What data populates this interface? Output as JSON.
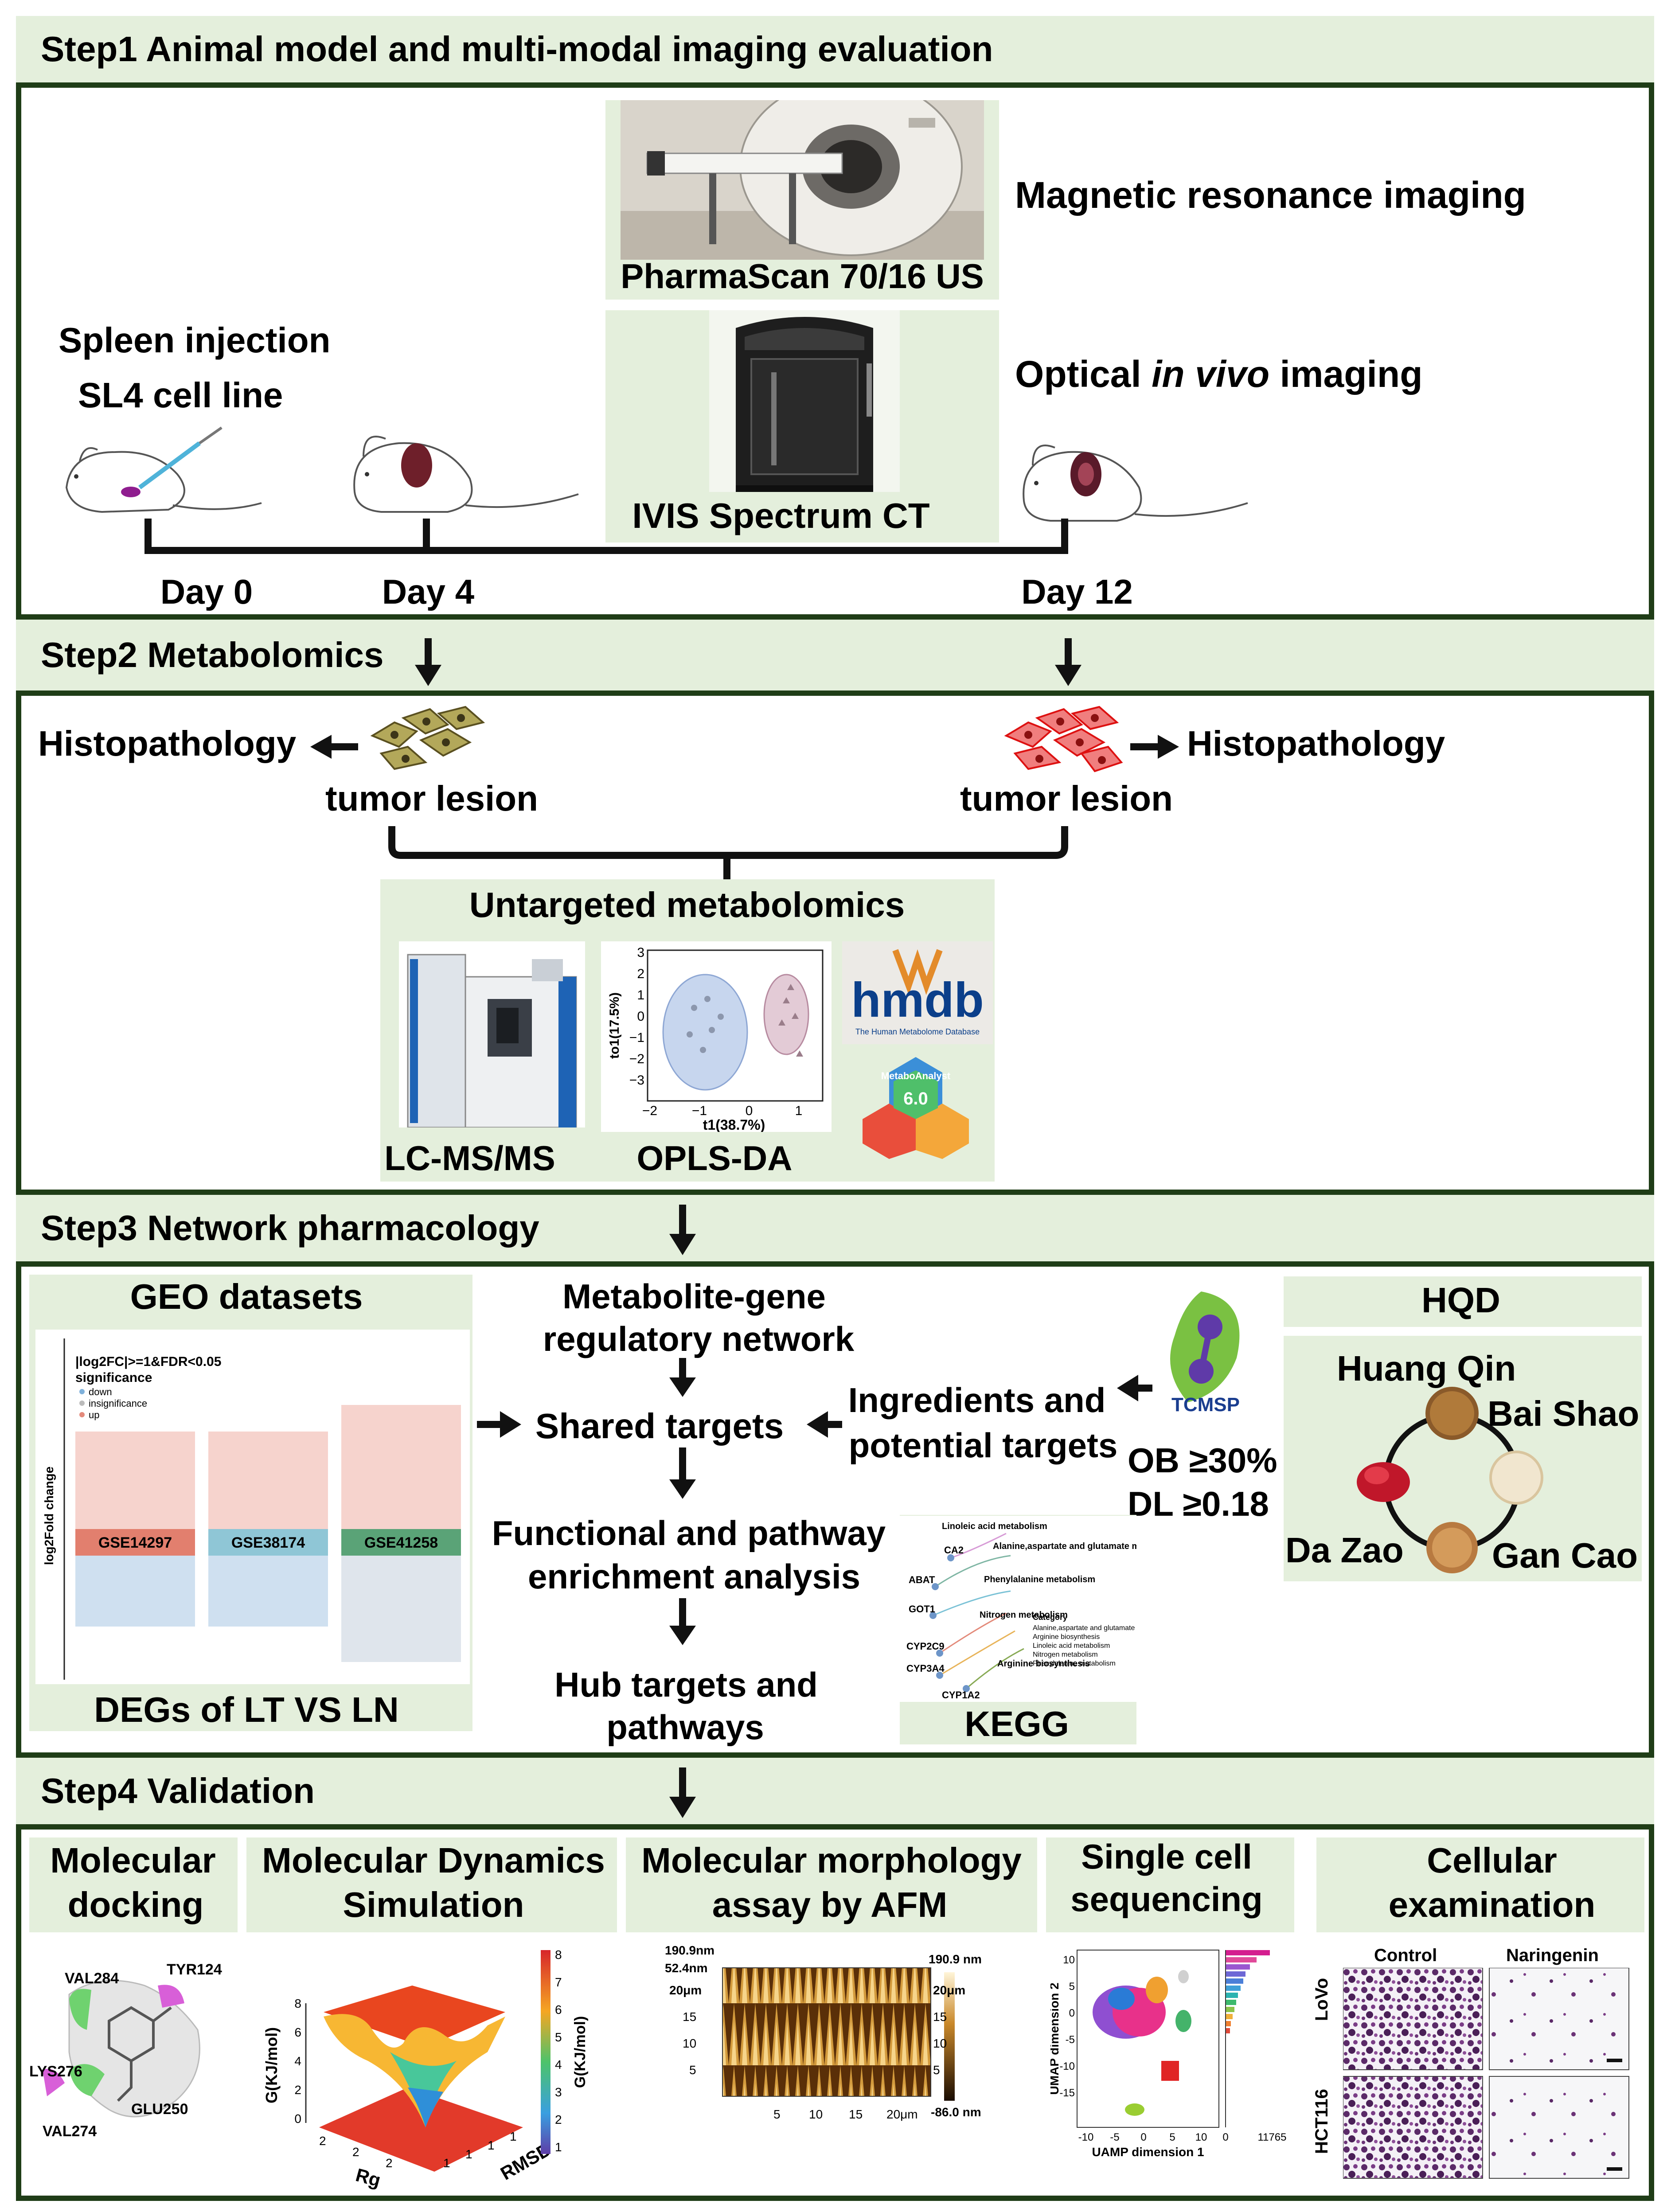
{
  "step1": {
    "title": "Step1 Animal model and multi-modal imaging evaluation",
    "spleen_injection": "Spleen injection",
    "cell_line": "SL4 cell line",
    "mri_device": "PharmaScan 70/16 US",
    "mri_label": "Magnetic resonance imaging",
    "ivis_device": "IVIS Spectrum CT",
    "optical_label_pre": "Optical ",
    "optical_label_em": "in vivo",
    "optical_label_post": " imaging",
    "days": [
      "Day 0",
      "Day 4",
      "Day 12"
    ]
  },
  "step2": {
    "title": "Step2 Metabolomics",
    "histo_left": "Histopathology",
    "histo_right": "Histopathology",
    "lesion_left": "tumor lesion",
    "lesion_right": "tumor lesion",
    "untargeted": "Untargeted metabolomics",
    "lcms": "LC-MS/MS",
    "oplsda": "OPLS-DA",
    "hmdb_logo": "hmdb",
    "hmdb_sub": "The Human Metabolome Database",
    "metabo_logo": "MetaboAnalyst",
    "metabo_version": "6.0",
    "opls_x_label": "t1(38.7%)",
    "opls_y_label": "to1(17.5%)",
    "opls_x_ticks": [
      "−2",
      "−1",
      "0",
      "1"
    ],
    "opls_y_ticks": [
      "3",
      "2",
      "1",
      "0",
      "−1",
      "−2",
      "−3"
    ]
  },
  "step3": {
    "title": "Step3 Network pharmacology",
    "geo_title": "GEO datasets",
    "geo_caption": "DEGs of LT VS LN",
    "volcano_header": "|log2FC|>=1&FDR<0.05",
    "volcano_legend_title": "significance",
    "volcano_legend": [
      "down",
      "insignificance",
      "up"
    ],
    "volcano_ylabel": "log2Fold change",
    "datasets": [
      "GSE14297",
      "GSE38174",
      "GSE41258"
    ],
    "network_line1": "Metabolite-gene",
    "network_line2": "regulatory network",
    "shared": "Shared targets",
    "ingredients_line1": "Ingredients and",
    "ingredients_line2": "potential targets",
    "ob": "OB ≥30%",
    "dl": "DL ≥0.18",
    "tcmsp": "TCMSP",
    "functional_line1": "Functional and pathway",
    "functional_line2": "enrichment analysis",
    "hub_line1": "Hub targets and",
    "hub_line2": "pathways",
    "kegg": "KEGG",
    "kegg_genes": [
      "CA2",
      "ABAT",
      "GOT1",
      "CYP2C9",
      "CYP3A4",
      "CYP1A2"
    ],
    "kegg_pathways": [
      "Linoleic acid metabolism",
      "Alanine,aspartate and glutamate metabolism",
      "Phenylalanine metabolism",
      "Nitrogen metabolism",
      "Arginine biosynthesis"
    ],
    "kegg_legend_title": "Category",
    "kegg_legend": [
      "Alanine,aspartate and glutamate metabolism",
      "Arginine biosynthesis",
      "Linoleic acid metabolism",
      "Nitrogen metabolism",
      "Phenylalanine metabolism"
    ],
    "hqd": "HQD",
    "herbs": [
      "Huang Qin",
      "Bai Shao",
      "Gan Cao",
      "Da Zao"
    ]
  },
  "step4": {
    "title": "Step4 Validation",
    "docking_line1": "Molecular",
    "docking_line2": "docking",
    "residues": [
      "VAL284",
      "TYR124",
      "LYS276",
      "GLU250",
      "VAL274"
    ],
    "md_line1": "Molecular Dynamics",
    "md_line2": "Simulation",
    "md_zlabel": "G(KJ/mol)",
    "md_xlabel": "Rg",
    "md_ylabel": "RMSD",
    "md_colorbar": [
      "8",
      "7",
      "6",
      "5",
      "4",
      "3",
      "2",
      "1"
    ],
    "md_colorbar_label": "G(KJ/mol)",
    "md_z_ticks": [
      "8",
      "6",
      "4",
      "2",
      "0"
    ],
    "md_x_ticks": [
      "2",
      "2",
      "2"
    ],
    "md_y_ticks": [
      "1",
      "1",
      "1",
      "1"
    ],
    "afm_line1": "Molecular morphology",
    "afm_line2": "assay by AFM",
    "afm_left": [
      "190.9nm",
      "52.4nm",
      "20μm",
      "15",
      "10",
      "5"
    ],
    "afm_right": [
      "190.9 nm",
      "20μm",
      "15",
      "10",
      "5",
      "-86.0 nm"
    ],
    "afm_x": [
      "5",
      "10",
      "15",
      "20μm"
    ],
    "sc_line1": "Single cell",
    "sc_line2": "sequencing",
    "umap_x": "UAMP dimension 1",
    "umap_y": "UMAP dimension 2",
    "umap_x_ticks": [
      "-10",
      "-5",
      "0",
      "5",
      "10"
    ],
    "umap_y_ticks": [
      "10",
      "5",
      "0",
      "-5",
      "-10",
      "-15"
    ],
    "bar_ticks": [
      "0",
      "11765"
    ],
    "cell_line1": "Cellular",
    "cell_line2": "examination",
    "cell_cols": [
      "Control",
      "Naringenin"
    ],
    "cell_rows": [
      "LoVo",
      "HCT116"
    ]
  }
}
